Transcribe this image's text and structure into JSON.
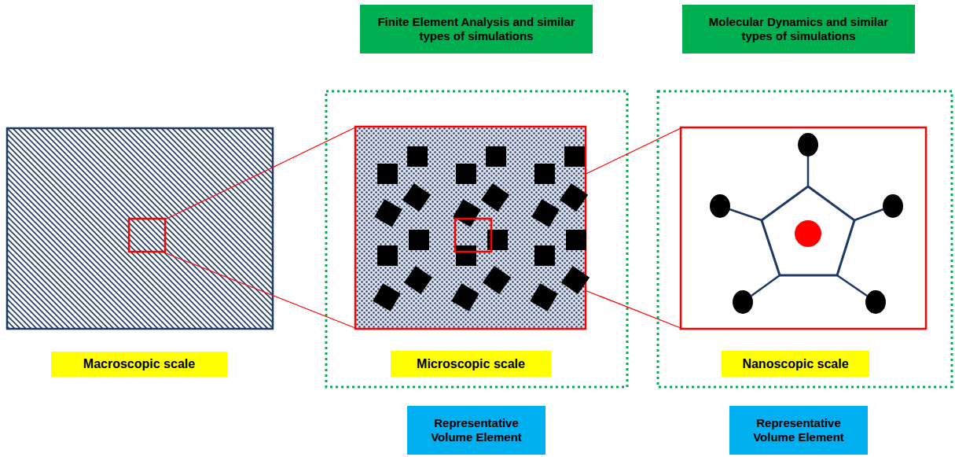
{
  "diagram": {
    "nodes": [
      {
        "text": [
          "Finite Element Analysis and similar types of simulations"
        ]
      },
      {
        "text": [
          "Molecular Dynamics and similar types of simulations"
        ]
      },
      {
        "text": [
          "Macroscopic scale"
        ]
      },
      {
        "text": [
          "Microscopic scale"
        ]
      },
      {
        "text": [
          "Nanoscopic scale"
        ]
      },
      {
        "text": [
          "Representative Volume Element"
        ]
      },
      {
        "text": [
          "Representative Volume Element"
        ]
      }
    ]
  }
}
